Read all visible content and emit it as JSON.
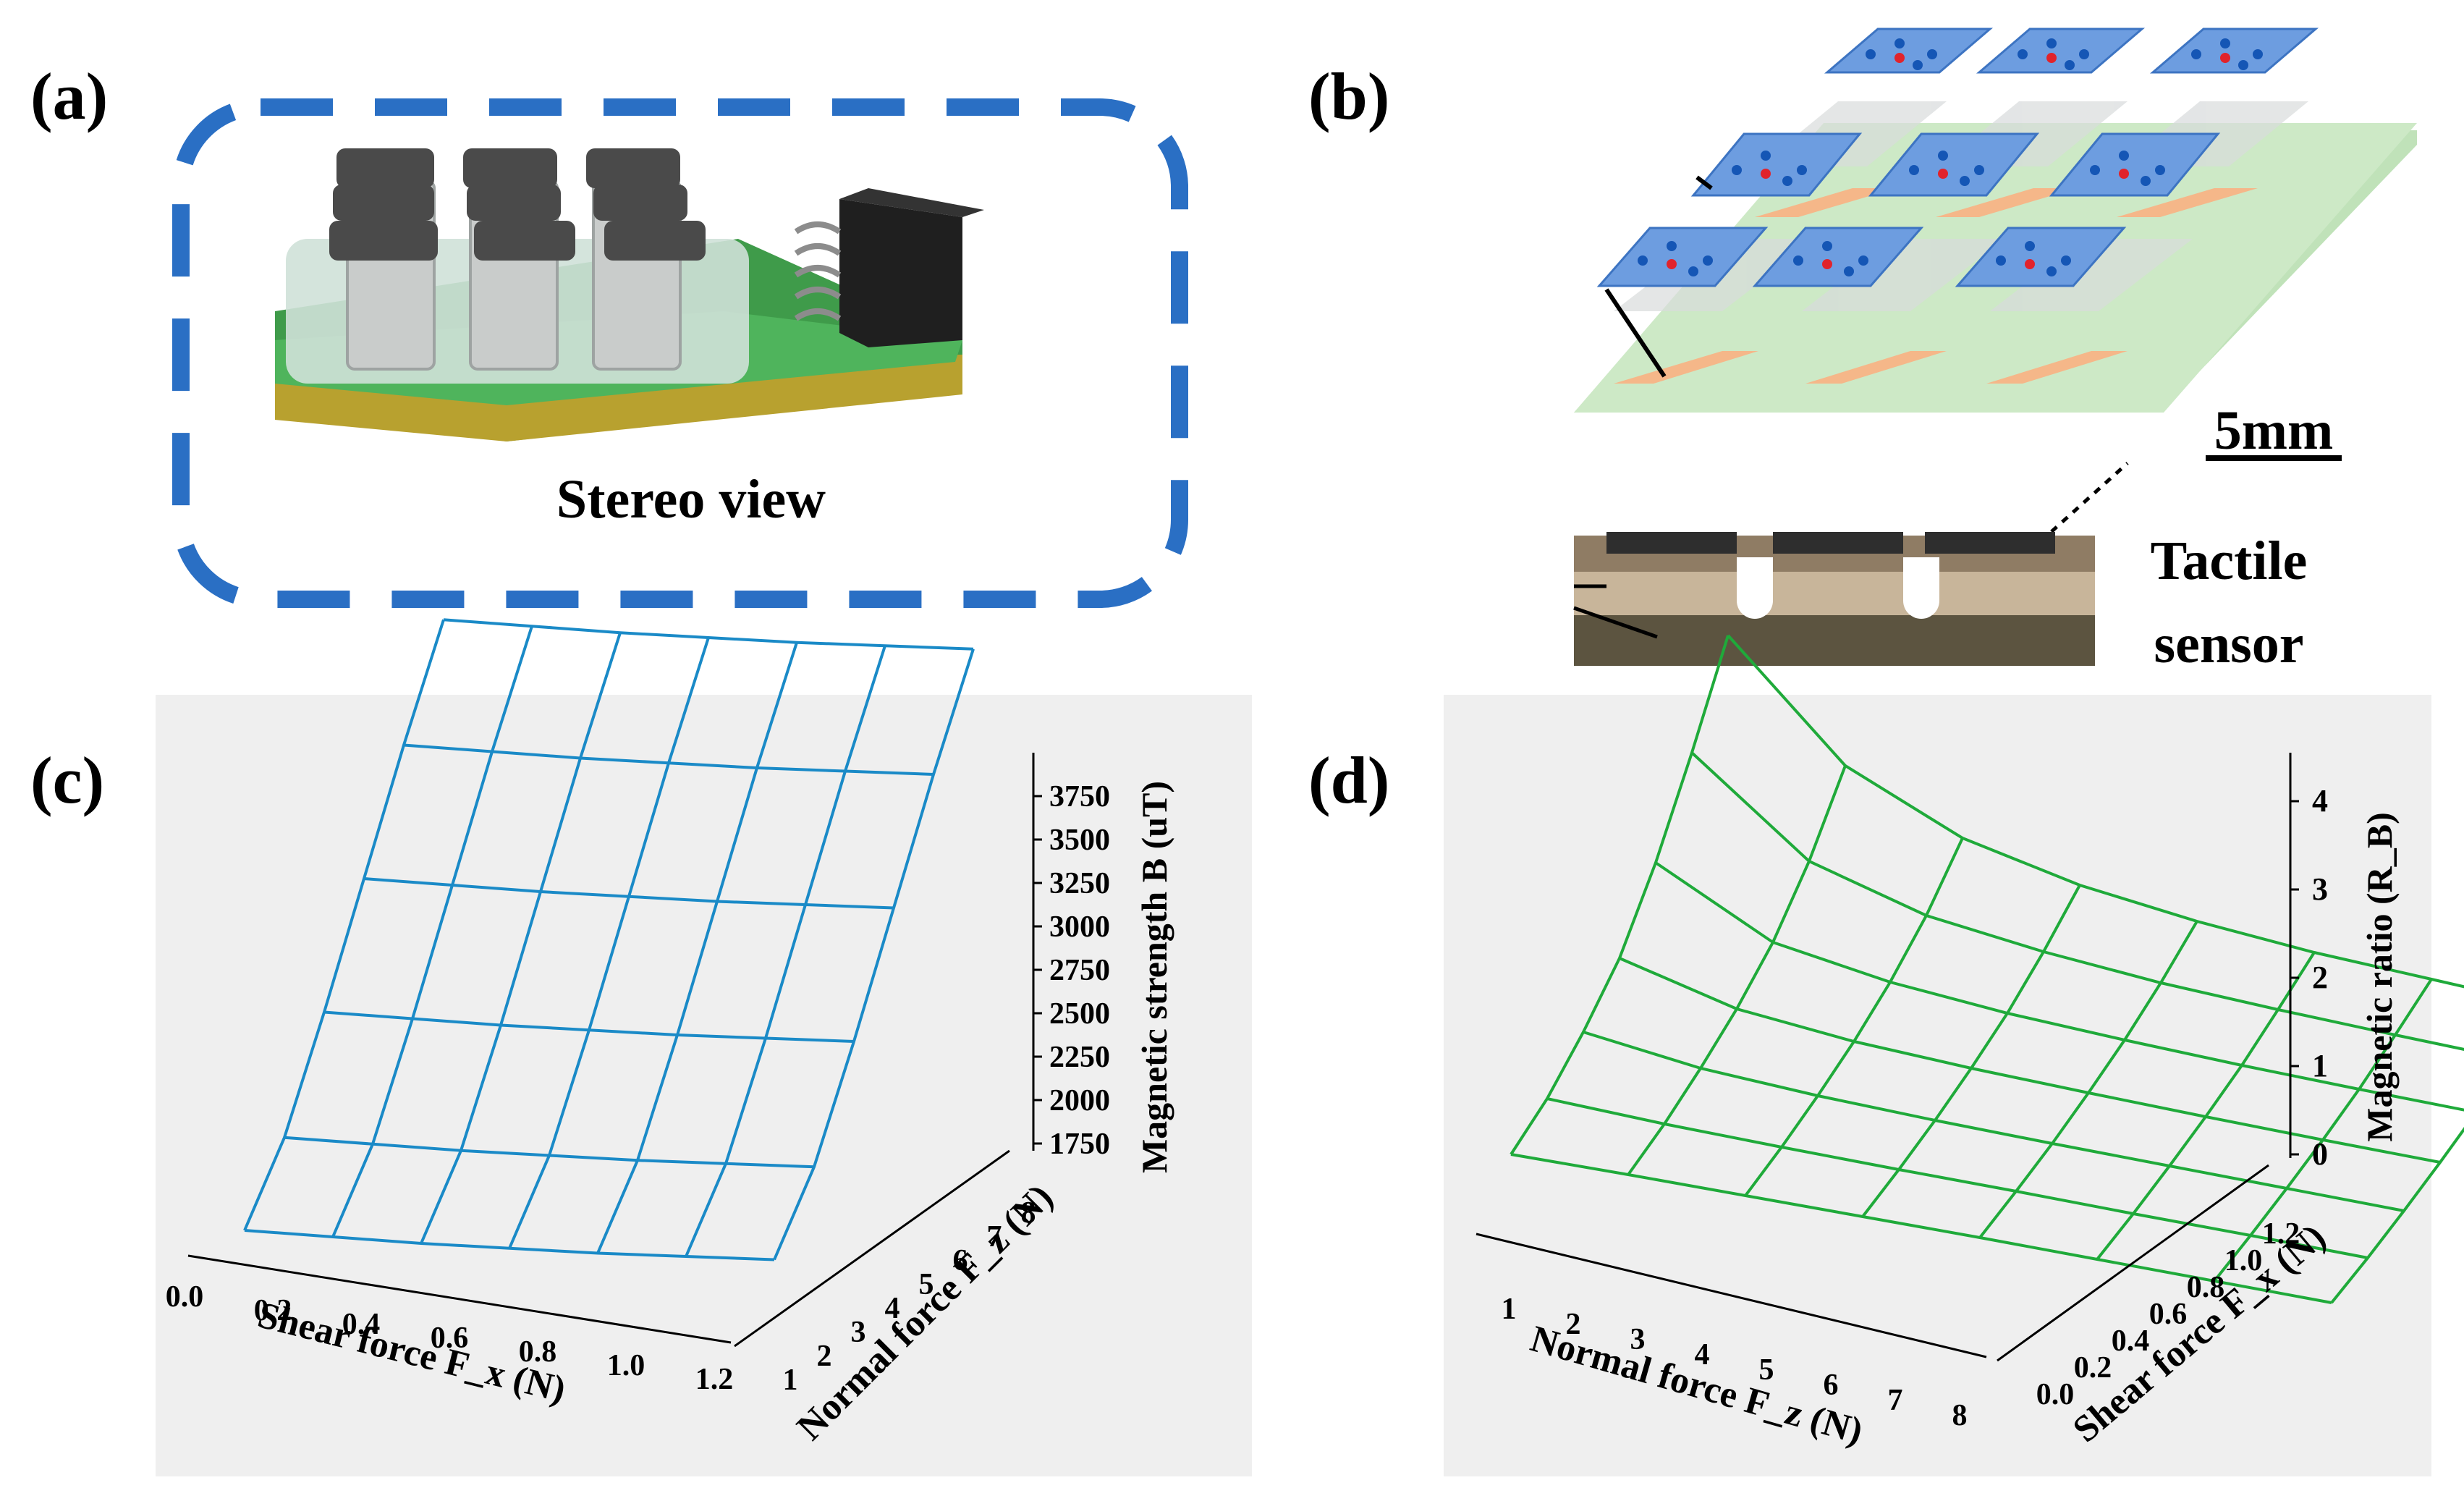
{
  "panels": {
    "a": {
      "label": "(a)",
      "caption": "Stereo view"
    },
    "b": {
      "label": "(b)",
      "scale": "5mm",
      "sensor_caption_1": "Tactile",
      "sensor_caption_2": "sensor"
    },
    "c": {
      "label": "(c)"
    },
    "d": {
      "label": "(d)"
    }
  },
  "colors": {
    "dash_frame": "#2a6fc4",
    "plot_bg": "#efefef",
    "surface_c": "#1a8ac7",
    "surface_d": "#1faa3a"
  },
  "chart_data": [
    {
      "type": "surface",
      "panel": "c",
      "xlabel": "Shear force F_x (N)",
      "ylabel": "Normal force F_z (N)",
      "zlabel": "Magnetic strength B (uT)",
      "x_ticks": [
        "0.0",
        "0.2",
        "0.4",
        "0.6",
        "0.8",
        "1.0",
        "1.2"
      ],
      "y_ticks": [
        "1",
        "2",
        "3",
        "4",
        "5",
        "6",
        "7",
        "8"
      ],
      "z_ticks": [
        "1750",
        "2000",
        "2250",
        "2500",
        "2750",
        "3000",
        "3250",
        "3500",
        "3750"
      ],
      "x": [
        0.0,
        0.2,
        0.4,
        0.6,
        0.8,
        1.0,
        1.2
      ],
      "y": [
        1,
        2,
        3,
        4,
        5,
        6
      ],
      "z": [
        [
          1750,
          1790,
          1830,
          1880,
          1930,
          1990,
          2050
        ],
        [
          2000,
          2040,
          2080,
          2130,
          2180,
          2240,
          2300
        ],
        [
          2450,
          2490,
          2530,
          2580,
          2630,
          2690,
          2750
        ],
        [
          2950,
          2990,
          3030,
          3080,
          3130,
          3190,
          3250
        ],
        [
          3450,
          3490,
          3530,
          3580,
          3630,
          3690,
          3750
        ],
        [
          3900,
          3940,
          3980,
          4030,
          4080,
          4140,
          4200
        ]
      ]
    },
    {
      "type": "surface",
      "panel": "d",
      "xlabel": "Normal force F_z (N)",
      "ylabel": "Shear force F_x (N)",
      "zlabel": "Magnetic ratio (R_B)",
      "x_ticks": [
        "1",
        "2",
        "3",
        "4",
        "5",
        "6",
        "7",
        "8"
      ],
      "y_ticks": [
        "0.0",
        "0.2",
        "0.4",
        "0.6",
        "0.8",
        "1.0",
        "1.2"
      ],
      "z_ticks": [
        "0",
        "1",
        "2",
        "3",
        "4"
      ],
      "x": [
        1,
        2,
        3,
        4,
        5,
        6,
        7,
        8
      ],
      "y": [
        0.0,
        0.2,
        0.4,
        0.6,
        0.8,
        1.0,
        1.2
      ],
      "z": [
        [
          0.95,
          0.97,
          0.98,
          0.99,
          1.0,
          1.0,
          1.0,
          1.0
        ],
        [
          1.1,
          1.05,
          1.03,
          1.02,
          1.02,
          1.01,
          1.01,
          1.0
        ],
        [
          1.4,
          1.2,
          1.12,
          1.08,
          1.06,
          1.05,
          1.04,
          1.03
        ],
        [
          1.8,
          1.4,
          1.25,
          1.18,
          1.14,
          1.11,
          1.09,
          1.08
        ],
        [
          2.5,
          1.7,
          1.45,
          1.32,
          1.25,
          1.2,
          1.17,
          1.15
        ],
        [
          3.4,
          2.2,
          1.75,
          1.55,
          1.42,
          1.35,
          1.3,
          1.26
        ],
        [
          4.4,
          2.9,
          2.2,
          1.85,
          1.65,
          1.52,
          1.45,
          1.38
        ]
      ]
    }
  ]
}
